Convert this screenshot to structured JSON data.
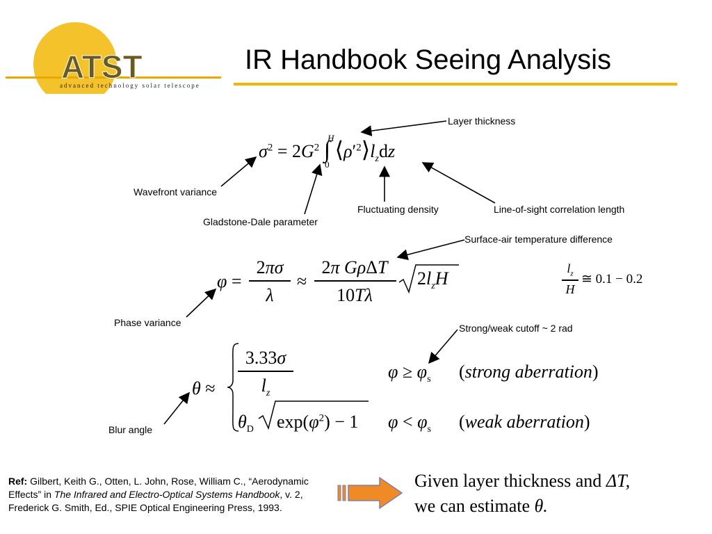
{
  "header": {
    "logo_text": "ATST",
    "logo_subtitle": "advanced technology solar telescope",
    "title": "IR Handbook Seeing Analysis"
  },
  "labels": {
    "layer_thickness": "Layer thickness",
    "wavefront_variance": "Wavefront variance",
    "gladstone_dale": "Gladstone-Dale parameter",
    "fluctuating_density": "Fluctuating density",
    "los_correlation": "Line-of-sight correlation length",
    "surface_air_temp": "Surface-air temperature difference",
    "phase_variance": "Phase variance",
    "cutoff": "Strong/weak cutoff ~ 2 rad",
    "blur_angle": "Blur angle"
  },
  "equations": {
    "ratio_value": "≅ 0.1 − 0.2",
    "strong_case": "(strong aberration)",
    "weak_case": "(weak aberration)",
    "coef": "3.33"
  },
  "reference": {
    "prefix": "Ref:",
    "authors": "Gilbert, Keith G., Otten, L. John, Rose, William C., “Aerodynamic Effects” in ",
    "book": "The Infrared and Electro-Optical Systems Handbook",
    "details": ", v. 2, Frederick G. Smith, Ed., SPIE Optical Engineering Press, 1993."
  },
  "conclusion": {
    "line1_text": "Given layer thickness and ",
    "line1_symbol": "ΔT,",
    "line2_text": "we can estimate ",
    "line2_symbol": "θ."
  },
  "colors": {
    "gold": "#f2b705",
    "logo_ring": "#e9a800",
    "arrow_fill": "#f08a24",
    "arrow_stroke": "#7a7fb3"
  }
}
